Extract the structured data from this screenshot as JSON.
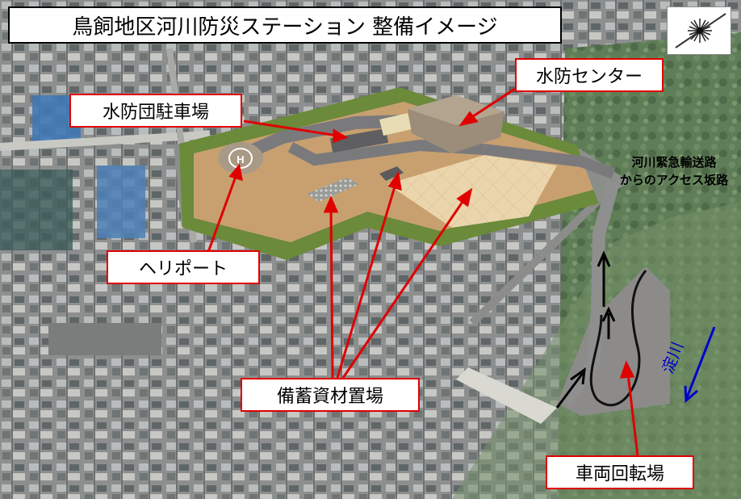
{
  "title": "鳥飼地区河川防災ステーション 整備イメージ",
  "labels": {
    "suibo_center": "水防センター",
    "parking": "水防団駐車場",
    "heliport": "ヘリポート",
    "storage": "備蓄資材置場",
    "turnaround": "車両回転場",
    "access_line1": "河川緊急輸送路",
    "access_line2": "からのアクセス坂路",
    "river": "淀川",
    "heliport_mark": "H"
  },
  "colors": {
    "label_border": "#e00000",
    "arrow_red": "#e00000",
    "river_blue": "#0000cc",
    "embankment_green": "#6b8a3a",
    "site_orange": "#c8a070",
    "road_gray": "#7a7a7c",
    "storage_yard": "#e4cfa6"
  },
  "icons": {
    "compass": "compass-icon",
    "river_flow": "flow-arrow-icon"
  }
}
